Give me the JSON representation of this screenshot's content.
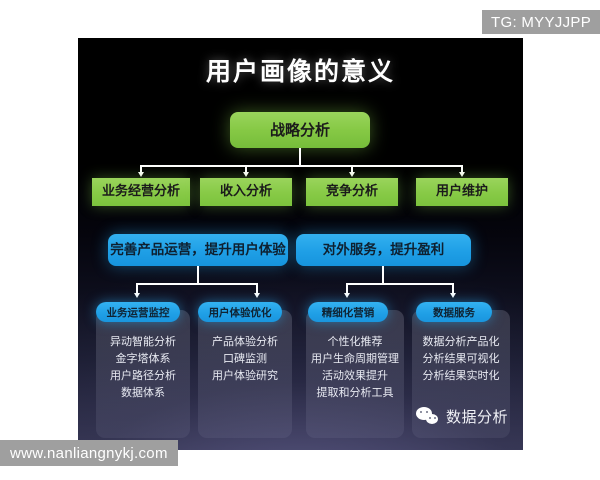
{
  "watermarks": {
    "telegram": "TG: MYYJJPP",
    "site": "www.nanliangnykj.com"
  },
  "slide": {
    "title": "用户画像的意义",
    "colors": {
      "green": "#87ca46",
      "blue": "#1f9fe6",
      "panel_bg": "#0d0e1c",
      "text_light": "#e8eaf2"
    },
    "root": {
      "label": "战略分析"
    },
    "level2": [
      {
        "label": "业务经营分析"
      },
      {
        "label": "收入分析"
      },
      {
        "label": "竞争分析"
      },
      {
        "label": "用户维护"
      }
    ],
    "level3": [
      {
        "label": "完善产品运营，提升用户体验"
      },
      {
        "label": "对外服务，提升盈利"
      }
    ],
    "level4": [
      {
        "pill": "业务运营监控",
        "items": [
          "异动智能分析",
          "金字塔体系",
          "用户路径分析",
          "数据体系"
        ]
      },
      {
        "pill": "用户体验优化",
        "items": [
          "产品体验分析",
          "口碑监测",
          "用户体验研究"
        ]
      },
      {
        "pill": "精细化营销",
        "items": [
          "个性化推荐",
          "用户生命周期管理",
          "活动效果提升",
          "提取和分析工具"
        ]
      },
      {
        "pill": "数据服务",
        "items": [
          "数据分析产品化",
          "分析结果可视化",
          "分析结果实时化"
        ]
      }
    ],
    "credit": {
      "icon": "wechat-icon",
      "label": "数据分析"
    }
  }
}
